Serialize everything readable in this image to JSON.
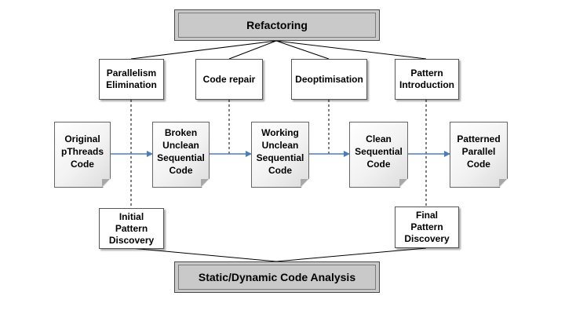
{
  "top_banner": "Refactoring",
  "bottom_banner": "Static/Dynamic Code Analysis",
  "transformations": [
    "Parallelism\nElimination",
    "Code repair",
    "Deoptimisation",
    "Pattern\nIntroduction"
  ],
  "documents": [
    "Original\npThreads\nCode",
    "Broken\nUnclean\nSequential\nCode",
    "Working\nUnclean\nSequential\nCode",
    "Clean\nSequential\nCode",
    "Patterned\nParallel\nCode"
  ],
  "analyses": [
    "Initial\nPattern\nDiscovery",
    "Final\nPattern\nDiscovery"
  ],
  "colors": {
    "arrow": "#4a7ebb",
    "banner_fill": "#c9c9c9",
    "line": "#000000"
  }
}
